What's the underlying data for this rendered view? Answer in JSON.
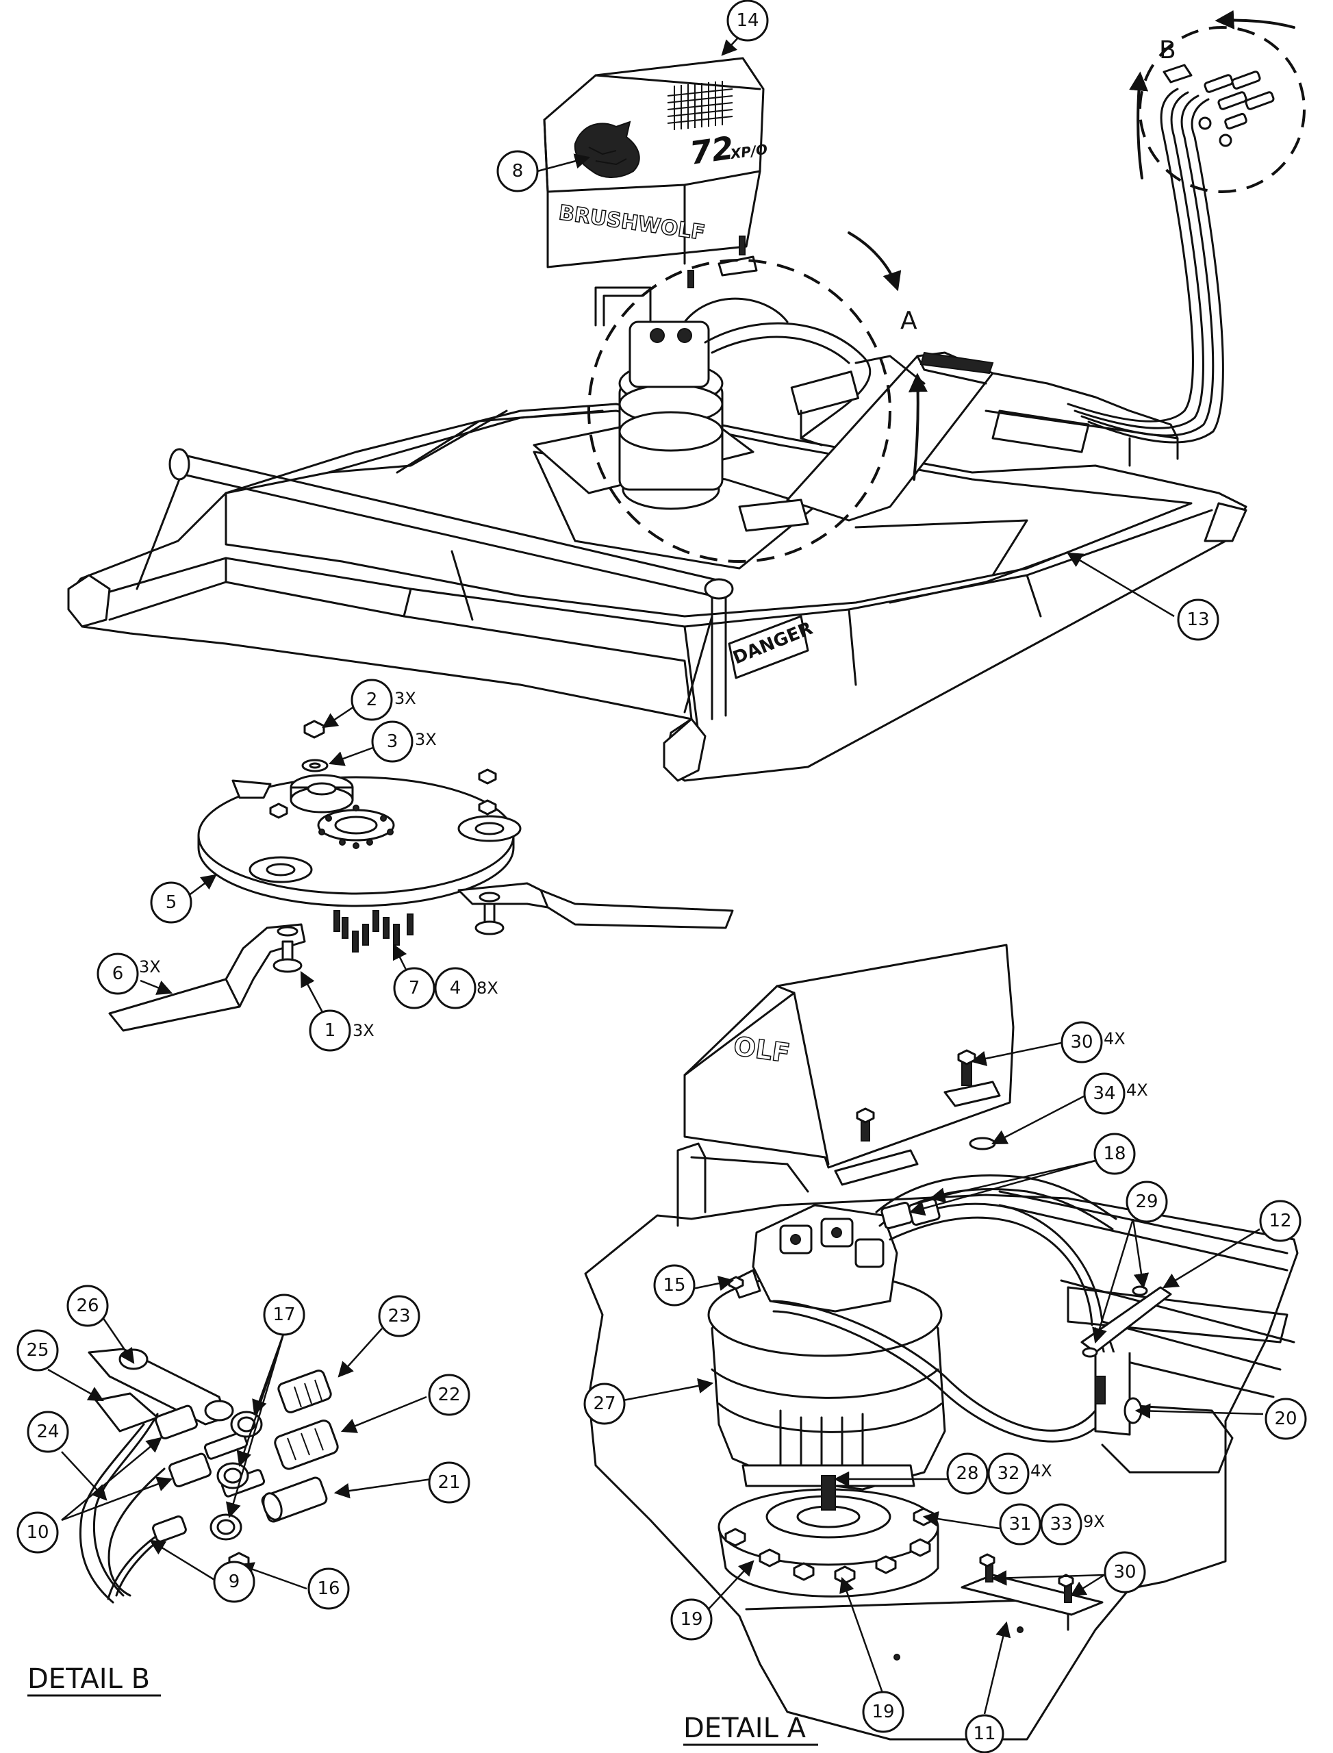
{
  "view_labels": {
    "a": "A",
    "b": "B"
  },
  "detail_titles": {
    "a": "DETAIL  A",
    "b": "DETAIL  B"
  },
  "decals": {
    "brand": "BRUSHWOLF",
    "model": "72",
    "model_suffix": "XP/O",
    "danger": "DANGER",
    "detail_brand_fragment": "OLF"
  },
  "callouts": [
    {
      "id": "c14",
      "num": "14",
      "qty": ""
    },
    {
      "id": "c8",
      "num": "8",
      "qty": ""
    },
    {
      "id": "c13",
      "num": "13",
      "qty": ""
    },
    {
      "id": "c2",
      "num": "2",
      "qty": "3X"
    },
    {
      "id": "c3",
      "num": "3",
      "qty": "3X"
    },
    {
      "id": "c5",
      "num": "5",
      "qty": ""
    },
    {
      "id": "c6",
      "num": "6",
      "qty": "3X"
    },
    {
      "id": "c7",
      "num": "7",
      "qty": ""
    },
    {
      "id": "c4",
      "num": "4",
      "qty": "8X"
    },
    {
      "id": "c1",
      "num": "1",
      "qty": "3X"
    },
    {
      "id": "c30a",
      "num": "30",
      "qty": "4X"
    },
    {
      "id": "c34",
      "num": "34",
      "qty": "4X"
    },
    {
      "id": "c18",
      "num": "18",
      "qty": ""
    },
    {
      "id": "c29",
      "num": "29",
      "qty": ""
    },
    {
      "id": "c12",
      "num": "12",
      "qty": ""
    },
    {
      "id": "c15",
      "num": "15",
      "qty": ""
    },
    {
      "id": "c27",
      "num": "27",
      "qty": ""
    },
    {
      "id": "c20",
      "num": "20",
      "qty": ""
    },
    {
      "id": "c28",
      "num": "28",
      "qty": ""
    },
    {
      "id": "c32",
      "num": "32",
      "qty": "4X"
    },
    {
      "id": "c31",
      "num": "31",
      "qty": ""
    },
    {
      "id": "c33",
      "num": "33",
      "qty": "9X"
    },
    {
      "id": "c30b",
      "num": "30",
      "qty": ""
    },
    {
      "id": "c19a",
      "num": "19",
      "qty": ""
    },
    {
      "id": "c19b",
      "num": "19",
      "qty": ""
    },
    {
      "id": "c11",
      "num": "11",
      "qty": ""
    },
    {
      "id": "c26",
      "num": "26",
      "qty": ""
    },
    {
      "id": "c17",
      "num": "17",
      "qty": ""
    },
    {
      "id": "c23",
      "num": "23",
      "qty": ""
    },
    {
      "id": "c25",
      "num": "25",
      "qty": ""
    },
    {
      "id": "c22",
      "num": "22",
      "qty": ""
    },
    {
      "id": "c24",
      "num": "24",
      "qty": ""
    },
    {
      "id": "c21",
      "num": "21",
      "qty": ""
    },
    {
      "id": "c10",
      "num": "10",
      "qty": ""
    },
    {
      "id": "c9",
      "num": "9",
      "qty": ""
    },
    {
      "id": "c16",
      "num": "16",
      "qty": ""
    }
  ]
}
